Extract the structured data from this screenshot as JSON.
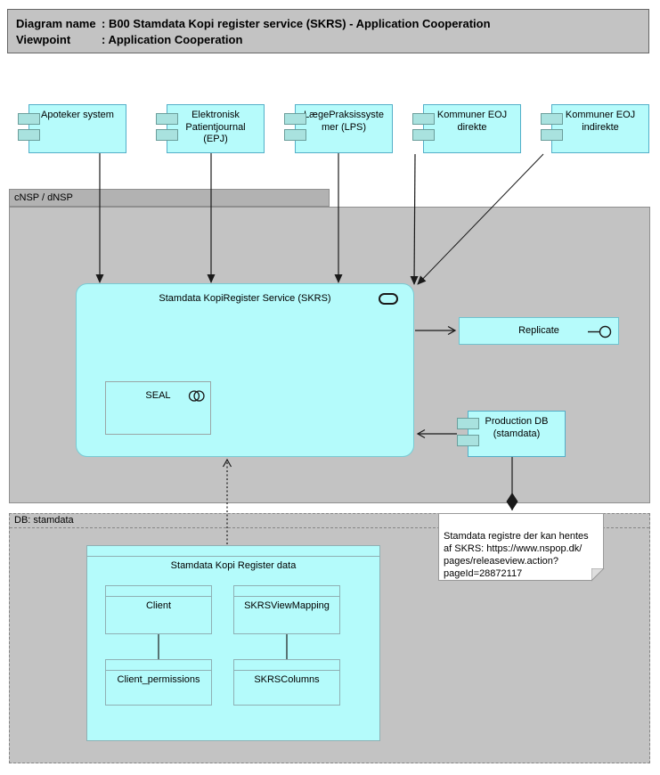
{
  "title": {
    "rows": [
      {
        "label": "Diagram name",
        "value": ": B00 Stamdata Kopi register service (SKRS) - Application Cooperation"
      },
      {
        "label": "Viewpoint",
        "value": ": Application Cooperation"
      }
    ]
  },
  "actors": [
    {
      "label": "Apoteker system"
    },
    {
      "label": "Elektronisk\nPatientjournal\n(EPJ)"
    },
    {
      "label": "LægePraksissyste\nmer (LPS)"
    },
    {
      "label": "Kommuner EOJ\ndirekte"
    },
    {
      "label": "Kommuner EOJ\nindirekte"
    }
  ],
  "groups": {
    "cnsp": {
      "label": "cNSP / dNSP"
    },
    "db": {
      "label": "DB: stamdata"
    }
  },
  "service": {
    "label": "Stamdata KopiRegister Service (SKRS)"
  },
  "seal": {
    "label": "SEAL"
  },
  "replicate": {
    "label": "Replicate"
  },
  "production_db": {
    "label": "Production DB\n(stamdata)"
  },
  "note": {
    "text": "Stamdata registre der kan hentes\naf SKRS: https://www.nspop.dk/\npages/releaseview.action?\npageId=28872117"
  },
  "data_store": {
    "label": "Stamdata Kopi Register data",
    "tables": [
      {
        "label": "Client"
      },
      {
        "label": "SKRSViewMapping"
      },
      {
        "label": "Client_permissions"
      },
      {
        "label": "SKRSColumns"
      }
    ]
  },
  "colors": {
    "component_fill": "#B6FBFB",
    "component_border": "#53AFC8",
    "tab_fill": "#A9E2DF",
    "group_fill": "#C3C3C3",
    "group_header_fill": "#B2B2B2",
    "note_fill": "#FFFFFF",
    "connector": "#1A1A1A"
  }
}
